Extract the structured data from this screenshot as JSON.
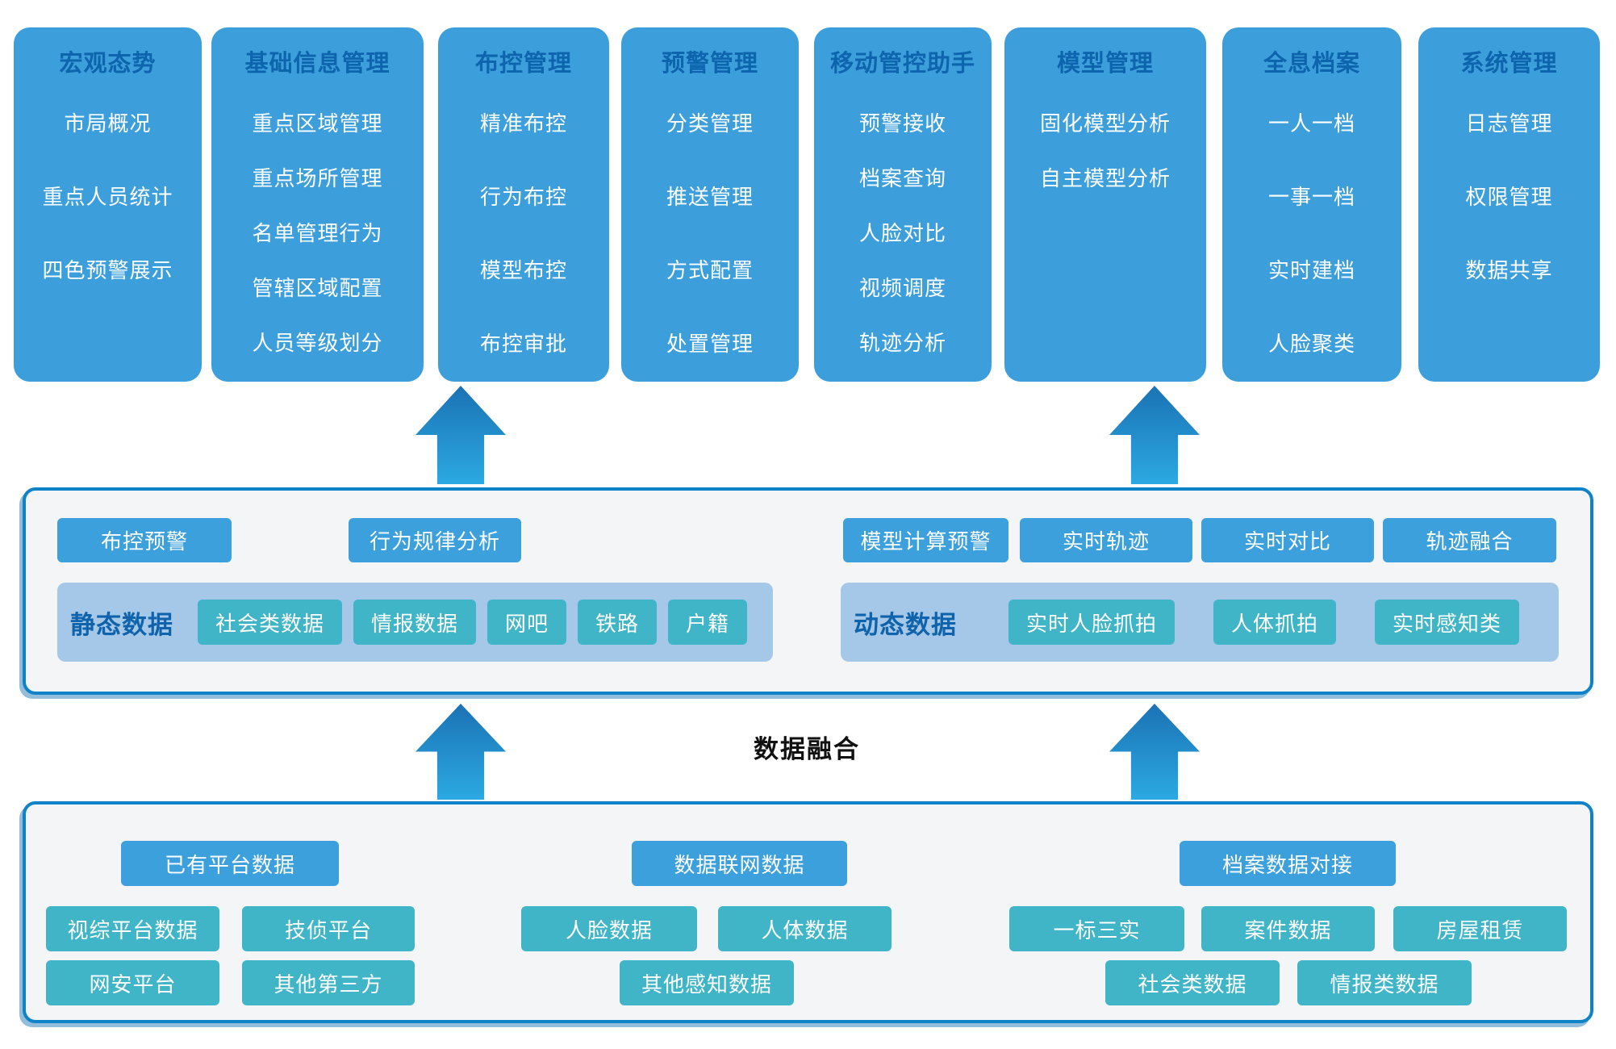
{
  "top_modules": [
    {
      "title": "宏观态势",
      "items": [
        "市局概况",
        "重点人员统计",
        "四色预警展示"
      ]
    },
    {
      "title": "基础信息管理",
      "items": [
        "重点区域管理",
        "重点场所管理",
        "名单管理行为",
        "管辖区域配置",
        "人员等级划分"
      ]
    },
    {
      "title": "布控管理",
      "items": [
        "精准布控",
        "行为布控",
        "模型布控",
        "布控审批"
      ]
    },
    {
      "title": "预警管理",
      "items": [
        "分类管理",
        "推送管理",
        "方式配置",
        "处置管理"
      ]
    },
    {
      "title": "移动管控助手",
      "items": [
        "预警接收",
        "档案查询",
        "人脸对比",
        "视频调度",
        "轨迹分析"
      ]
    },
    {
      "title": "模型管理",
      "items": [
        "固化模型分析",
        "自主模型分析"
      ]
    },
    {
      "title": "全息档案",
      "items": [
        "一人一档",
        "一事一档",
        "实时建档",
        "人脸聚类"
      ]
    },
    {
      "title": "系统管理",
      "items": [
        "日志管理",
        "权限管理",
        "数据共享"
      ]
    }
  ],
  "analysis_layer": {
    "left": {
      "functions": [
        "布控预警",
        "行为规律分析"
      ],
      "group_label": "静态数据",
      "sources": [
        "社会类数据",
        "情报数据",
        "网吧",
        "铁路",
        "户籍"
      ]
    },
    "right": {
      "functions": [
        "模型计算预警",
        "实时轨迹",
        "实时对比",
        "轨迹融合"
      ],
      "group_label": "动态数据",
      "sources": [
        "实时人脸抓拍",
        "人体抓拍",
        "实时感知类"
      ]
    }
  },
  "fusion_label": "数据融合",
  "data_layer": {
    "groups": [
      {
        "header": "已有平台数据",
        "row1": [
          "视综平台数据",
          "技侦平台"
        ],
        "row2": [
          "网安平台",
          "其他第三方"
        ]
      },
      {
        "header": "数据联网数据",
        "row1": [
          "人脸数据",
          "人体数据"
        ],
        "row2": [
          "其他感知数据"
        ]
      },
      {
        "header": "档案数据对接",
        "row1": [
          "一标三实",
          "案件数据",
          "房屋租赁"
        ],
        "row2": [
          "社会类数据",
          "情报类数据"
        ]
      }
    ]
  },
  "colors": {
    "card-bg": "#3C9FDB",
    "card-title": "#0D65AE",
    "panel-border": "#0F82C8",
    "panel-bg": "#F3F5F7",
    "container-bg": "#A5C8E9",
    "container-label": "#0F63AC",
    "button-blue": "#3CA0DC",
    "button-teal": "#3FB5C7",
    "arrow-top": "#1B72B4",
    "arrow-bottom": "#2BA9E2",
    "fusion-text": "#111111"
  }
}
